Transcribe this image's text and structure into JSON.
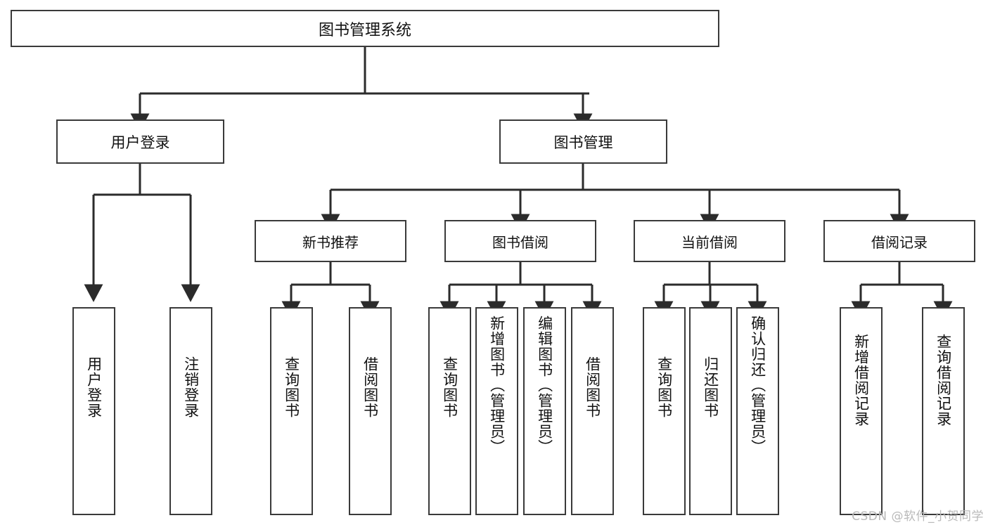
{
  "diagram": {
    "type": "tree-hierarchy",
    "title": "图书管理系统",
    "root": {
      "label": "图书管理系统"
    },
    "level1": [
      {
        "key": "user-login",
        "label": "用户登录"
      },
      {
        "key": "book-manage",
        "label": "图书管理"
      }
    ],
    "level2": [
      {
        "key": "new-book-recommend",
        "label": "新书推荐",
        "parent": "book-manage"
      },
      {
        "key": "book-borrow",
        "label": "图书借阅",
        "parent": "book-manage"
      },
      {
        "key": "current-borrow",
        "label": "当前借阅",
        "parent": "book-manage"
      },
      {
        "key": "borrow-record",
        "label": "借阅记录",
        "parent": "book-manage"
      }
    ],
    "leaves": [
      {
        "key": "leaf-user-login",
        "label": "用户登录",
        "parent": "user-login"
      },
      {
        "key": "leaf-user-logout",
        "label": "注销登录",
        "parent": "user-login"
      },
      {
        "key": "leaf-query-book-1",
        "label": "查询图书",
        "parent": "new-book-recommend"
      },
      {
        "key": "leaf-borrow-book-1",
        "label": "借阅图书",
        "parent": "new-book-recommend"
      },
      {
        "key": "leaf-query-book-2",
        "label": "查询图书",
        "parent": "book-borrow"
      },
      {
        "key": "leaf-add-book",
        "label": "新增图书（管理员）",
        "parent": "book-borrow"
      },
      {
        "key": "leaf-edit-book",
        "label": "编辑图书（管理员）",
        "parent": "book-borrow"
      },
      {
        "key": "leaf-borrow-book-2",
        "label": "借阅图书",
        "parent": "book-borrow"
      },
      {
        "key": "leaf-query-book-3",
        "label": "查询图书",
        "parent": "current-borrow"
      },
      {
        "key": "leaf-return-book",
        "label": "归还图书",
        "parent": "current-borrow"
      },
      {
        "key": "leaf-confirm-return",
        "label": "确认归还（管理员）",
        "parent": "current-borrow"
      },
      {
        "key": "leaf-add-record",
        "label": "新增借阅记录",
        "parent": "borrow-record"
      },
      {
        "key": "leaf-query-record",
        "label": "查询借阅记录",
        "parent": "borrow-record"
      }
    ]
  },
  "watermark": {
    "text": "CSDN @软件_小贺同学"
  },
  "colors": {
    "background": "#ffffff",
    "box_border": "#3a3a3a",
    "box_fill": "#ffffff",
    "text": "#111111",
    "edge": "#2b2b2b",
    "watermark": "#b9b9b9"
  }
}
